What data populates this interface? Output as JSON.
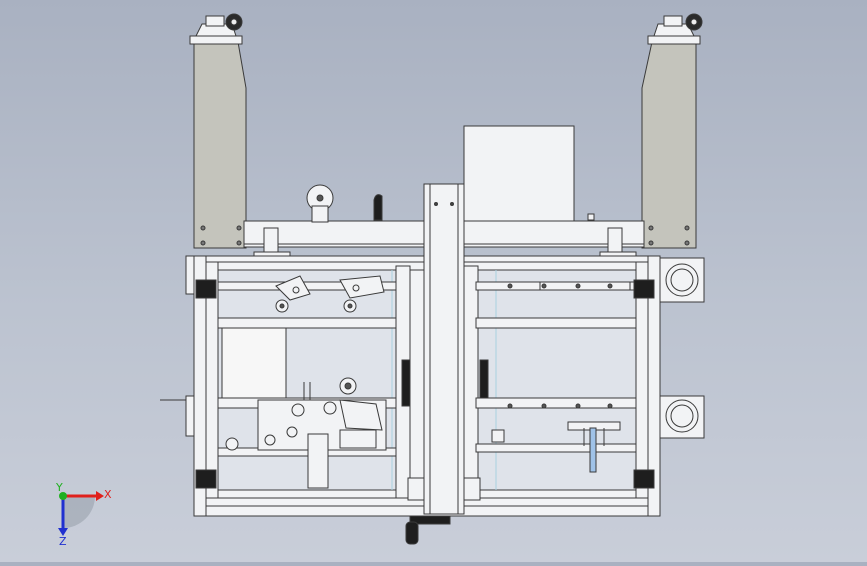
{
  "viewport": {
    "background_top": "#a9b1c1",
    "background_bottom": "#c9ced9"
  },
  "triad": {
    "x_label": "X",
    "y_label": "Y",
    "z_label": "Z",
    "x_color": "#e0201c",
    "y_color": "#20b020",
    "z_color": "#2030d0"
  },
  "model": {
    "frame_color": "#f2f3f5",
    "roller_color": "#c4c4bc",
    "dark_part_color": "#1e1e1e",
    "outline_color": "#3a3a3a"
  }
}
